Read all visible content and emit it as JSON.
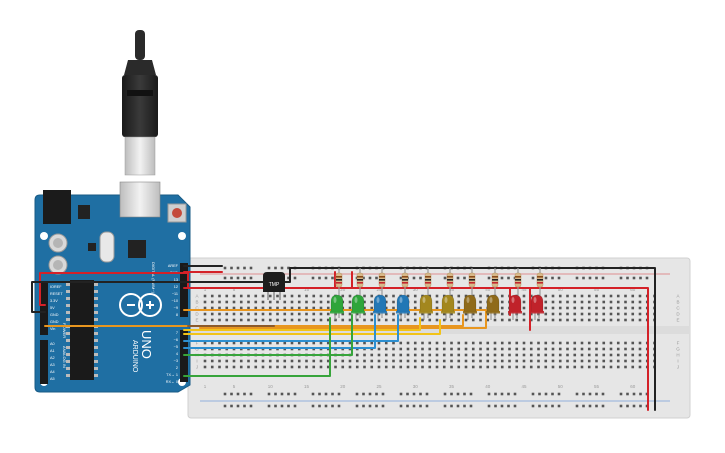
{
  "arduino": {
    "brand": "ARDUINO",
    "model": "UNO",
    "power_header_label": "POWER",
    "analog_header_label": "ANALOG IN",
    "digital_header_label": "DIGITAL (PWM~)",
    "power_pins": [
      "IOREF",
      "RESET",
      "3.3V",
      "5V",
      "GND",
      "GND",
      "Vin"
    ],
    "analog_pins": [
      "A0",
      "A1",
      "A2",
      "A3",
      "A4",
      "A5"
    ],
    "digital_pins_top": [
      "AREF",
      "GND",
      "13",
      "12",
      "~11",
      "~10",
      "~9",
      "8"
    ],
    "digital_pins_bottom": [
      "7",
      "~6",
      "~5",
      "4",
      "~3",
      "2",
      "TX→ 1",
      "RX← 0"
    ],
    "board_color": "#1f6fa3"
  },
  "sensor": {
    "label": "TMP"
  },
  "breadboard": {
    "column_numbers": [
      "1",
      "5",
      "10",
      "15",
      "20",
      "25",
      "30",
      "35",
      "40",
      "45",
      "50",
      "55",
      "60"
    ],
    "row_letters_top": [
      "a",
      "b",
      "c",
      "d",
      "e"
    ],
    "row_letters_bottom": [
      "f",
      "g",
      "h",
      "i",
      "j"
    ]
  },
  "leds": [
    {
      "color": "#2fa53a"
    },
    {
      "color": "#2fa53a"
    },
    {
      "color": "#2277b5"
    },
    {
      "color": "#2277b5"
    },
    {
      "color": "#a3871e"
    },
    {
      "color": "#a3871e"
    },
    {
      "color": "#8f6a1a"
    },
    {
      "color": "#8f6a1a"
    },
    {
      "color": "#c0222a"
    },
    {
      "color": "#c0222a"
    }
  ],
  "wire_colors": {
    "red": "#d42128",
    "black": "#222222",
    "orange": "#e8961f",
    "yellow": "#f2c318",
    "blue": "#2d8fd0",
    "green": "#37a43b",
    "brown": "#8b5a2b"
  }
}
